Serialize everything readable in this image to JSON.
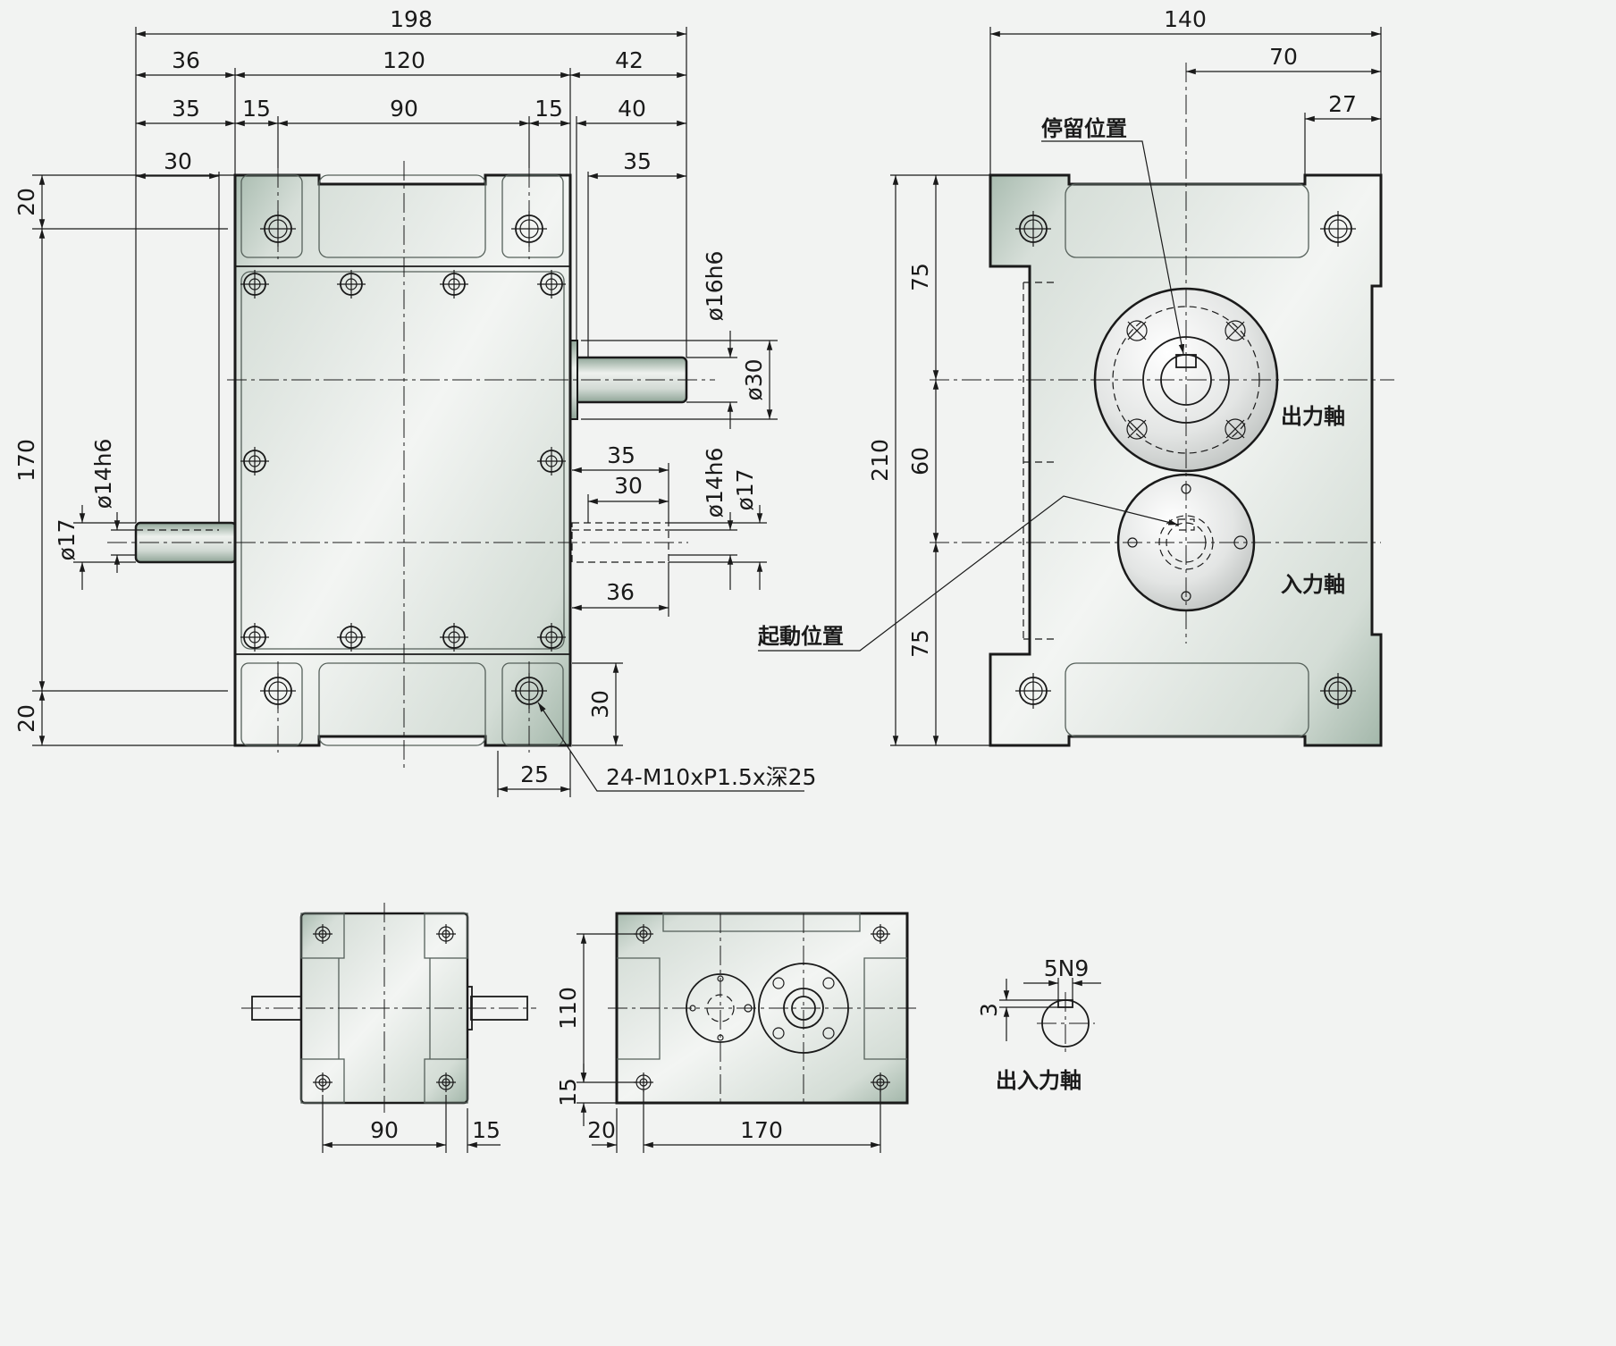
{
  "front_view": {
    "dims_top": [
      "198",
      "36",
      "120",
      "42",
      "35",
      "15",
      "90",
      "15",
      "40",
      "30",
      "35"
    ],
    "dims_left": [
      "20",
      "170",
      "20"
    ],
    "dims_shaft_left": [
      "ø14h6",
      "ø17"
    ],
    "dims_shaft_right_top": [
      "ø16h6",
      "ø30"
    ],
    "dims_shaft_right_bottom": [
      "35",
      "30",
      "ø14h6",
      "ø17",
      "36"
    ],
    "dims_bottom": [
      "30",
      "25"
    ],
    "tap_callout": "24-M10xP1.5x深25"
  },
  "side_view": {
    "dims_top": [
      "140",
      "70",
      "27"
    ],
    "dims_left": [
      "210",
      "75",
      "60",
      "75"
    ],
    "labels": {
      "stop_position": "停留位置",
      "start_position": "起動位置",
      "output_shaft": "出力軸",
      "input_shaft": "入力軸"
    }
  },
  "top_view": {
    "dims": [
      "90",
      "15"
    ]
  },
  "bottom_view": {
    "dims": [
      "110",
      "15",
      "20",
      "170"
    ]
  },
  "keyway_detail": {
    "dims": [
      "5N9",
      "3"
    ],
    "label": "出入力軸"
  },
  "colors": {
    "body_light": "#eef1ee",
    "body_dark": "#a9bcb0",
    "line": "#1a1a1a",
    "background": "#f2f3f2"
  }
}
